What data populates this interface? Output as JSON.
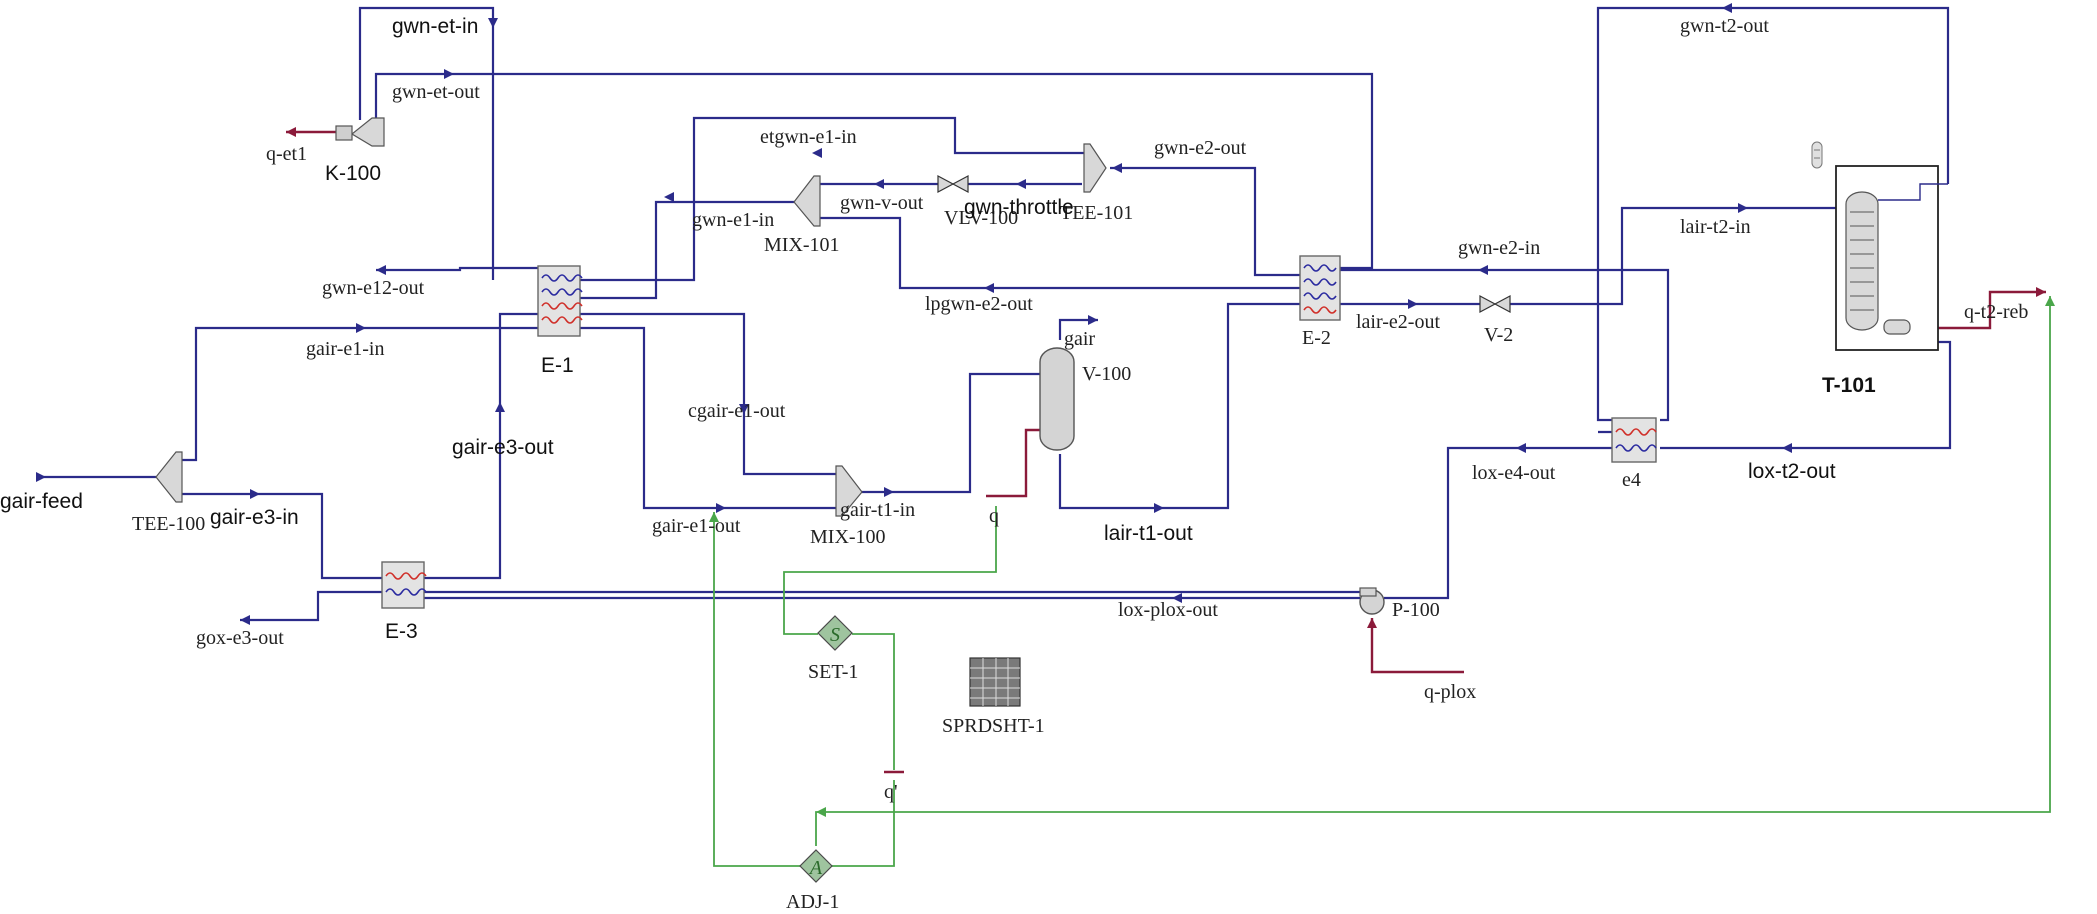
{
  "colors": {
    "material_stream": "#2b2b8a",
    "energy_stream": "#8b1a3a",
    "logic_link": "#4aa64a",
    "hot_coil": "#d0302a",
    "cold_coil": "#2b2ba0"
  },
  "units": {
    "k100": "K-100",
    "e1": "E-1",
    "e2": "E-2",
    "e3": "E-3",
    "e4": "e4",
    "t101": "T-101",
    "tee100": "TEE-100",
    "tee101": "TEE-101",
    "mix100": "MIX-100",
    "mix101": "MIX-101",
    "vlv100": "VLV-100",
    "v2": "V-2",
    "v100": "V-100",
    "p100": "P-100",
    "set1": "SET-1",
    "adj1": "ADJ-1",
    "sprdsht1": "SPRDSHT-1"
  },
  "streams": {
    "gwn_et_in": "gwn-et-in",
    "gwn_et_out": "gwn-et-out",
    "q_et1": "q-et1",
    "etgwn_e1_in": "etgwn-e1-in",
    "gwn_e2_out": "gwn-e2-out",
    "gwn_v_out": "gwn-v-out",
    "gwn_throttle": "gwn-throttle",
    "gwn_e1_in": "gwn-e1-in",
    "gwn_e12_out": "gwn-e12-out",
    "gair_e1_in": "gair-e1-in",
    "lpgwn_e2_out": "lpgwn-e2-out",
    "gair": "gair",
    "cgair_e1_out": "cgair-e1-out",
    "gair_e3_out": "gair-e3-out",
    "gair_feed": "gair-feed",
    "gair_e3_in": "gair-e3-in",
    "gair_e1_out": "gair-e1-out",
    "gair_t1_in": "gair-t1-in",
    "q": "q",
    "lair_t1_out": "lair-t1-out",
    "gox_e3_out": "gox-e3-out",
    "gwn_t2_out": "gwn-t2-out",
    "lair_t2_in": "lair-t2-in",
    "gwn_e2_in": "gwn-e2-in",
    "lair_e2_out": "lair-e2-out",
    "q_t2_reb": "q-t2-reb",
    "lox_e4_out": "lox-e4-out",
    "lox_t2_out": "lox-t2-out",
    "lox_plox_out": "lox-plox-out",
    "q_plox": "q-plox",
    "q_prime": "q'"
  },
  "icons": {
    "set": "S",
    "adjust": "A"
  }
}
